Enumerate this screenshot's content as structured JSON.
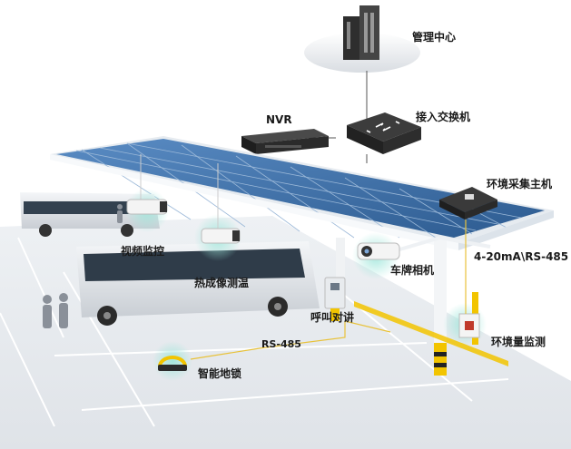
{
  "labels": {
    "management_center": "管理中心",
    "nvr": "NVR",
    "access_switch": "接入交换机",
    "env_host": "环境采集主机",
    "protocol_4_20": "4-20mA\\RS-485",
    "video_monitor": "视频监控",
    "thermal_temp": "热成像测温",
    "plate_camera": "车牌相机",
    "intercom": "呼叫对讲",
    "env_monitor": "环境量监测",
    "rs485": "RS-485",
    "smart_lock": "智能地锁"
  },
  "colors": {
    "solar_panel": "#3b6fa8",
    "canopy_frame": "#e9eef3",
    "glow_teal": "#7fd6c8",
    "cable_yellow": "#e8c23a",
    "bollard_yellow": "#f2c400"
  }
}
